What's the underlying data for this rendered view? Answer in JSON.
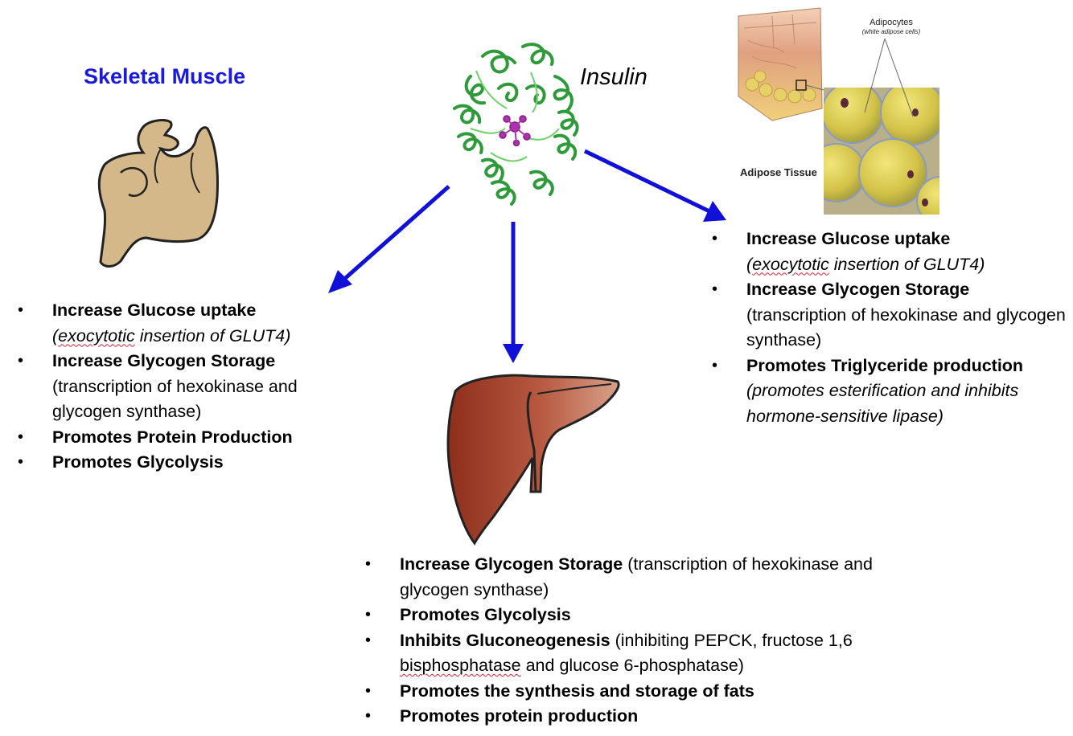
{
  "titles": {
    "skeletal_muscle": "Skeletal Muscle",
    "insulin": "Insulin",
    "adipocytes": "Adipocytes",
    "adipocytes_sub": "(white adipose cells)",
    "adipose_tissue": "Adipose Tissue"
  },
  "muscle": {
    "items": [
      {
        "bold": "Increase Glucose uptake",
        "detail_prefix": "(",
        "detail_squiggle": "exocytotic",
        "detail_rest": " insertion of GLUT4)"
      },
      {
        "bold": "Increase Glycogen Storage",
        "detail": "(transcription of hexokinase and glycogen synthase)"
      },
      {
        "bold": "Promotes Protein Production"
      },
      {
        "bold": "Promotes Glycolysis"
      }
    ]
  },
  "adipose": {
    "items": [
      {
        "bold": "Increase Glucose uptake",
        "detail_prefix": "(",
        "detail_squiggle": "exocytotic",
        "detail_rest": " insertion of GLUT4)"
      },
      {
        "bold": "Increase Glycogen Storage",
        "detail": "(transcription of hexokinase and glycogen synthase)"
      },
      {
        "bold": "Promotes Triglyceride production",
        "detail": "(promotes esterification and inhibits hormone-sensitive lipase)"
      }
    ]
  },
  "liver": {
    "items": [
      {
        "bold": "Increase Glycogen Storage",
        "detail": " (transcription of hexokinase and glycogen synthase)"
      },
      {
        "bold": "Promotes Glycolysis"
      },
      {
        "bold": "Inhibits Gluconeogenesis",
        "detail": " (inhibiting PEPCK, fructose 1,6 ",
        "detail_squiggle": "bisphosphatase",
        "detail_rest": " and glucose 6-phosphatase)"
      },
      {
        "bold": "Promotes the synthesis and storage of fats"
      },
      {
        "bold": "Promotes protein production"
      }
    ]
  },
  "colors": {
    "arrow": "#1010d8",
    "title_blue": "#1a1adb",
    "muscle_fill": "#d4b88a",
    "liver_fill": "#a8432d",
    "protein_green": "#3cb34a",
    "ligand_magenta": "#b030b0",
    "fat_yellow": "#d8cc55"
  },
  "icons": [
    "flexed-arm-icon",
    "insulin-protein-structure",
    "adipose-tissue-illustration",
    "liver-icon"
  ]
}
